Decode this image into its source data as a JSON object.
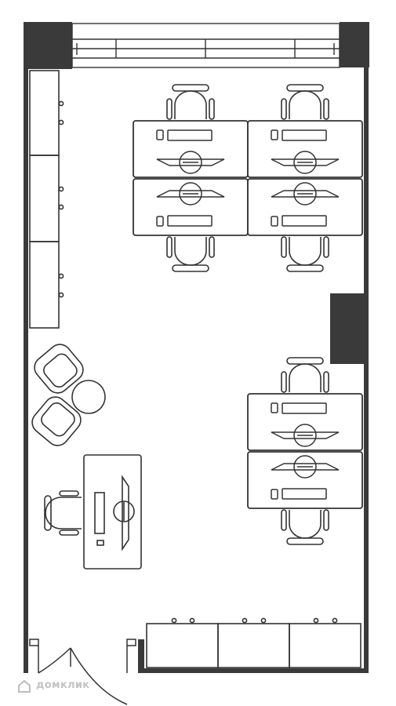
{
  "plan": {
    "wall_color": "#3a3a3a",
    "line_color": "#333333",
    "background": "#ffffff",
    "workstation_pairs": [
      {
        "name": "workstation-pair-top-left"
      },
      {
        "name": "workstation-pair-top-right"
      },
      {
        "name": "workstation-pair-middle-right"
      }
    ],
    "lounge": {
      "armchairs": 2,
      "side_table": 1
    },
    "manager_desk": {
      "chairs": 1,
      "monitor": 1
    },
    "storage": {
      "left_wall_cabinets": 3,
      "bottom_wall_cabinets": 3
    }
  },
  "watermark": {
    "text": "домклик",
    "icon": "domclick-logo-icon"
  }
}
